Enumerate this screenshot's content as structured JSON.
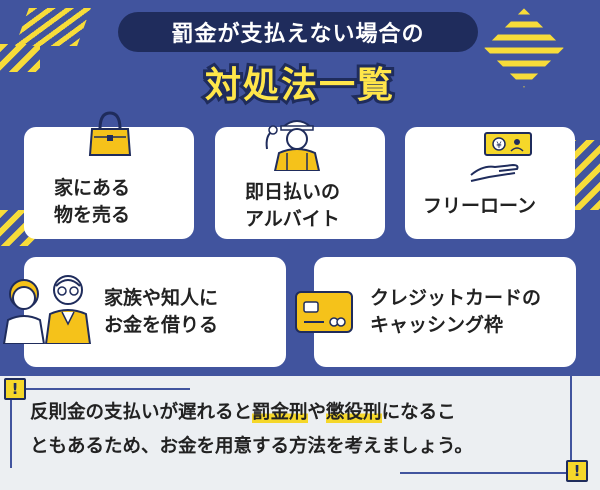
{
  "header": {
    "title": "罰金が支払えない場合の",
    "subtitle": "対処法一覧"
  },
  "cards": [
    {
      "label": "家にある\n物を売る",
      "icon": "handbag-icon"
    },
    {
      "label": "即日払いの\nアルバイト",
      "icon": "worker-icon"
    },
    {
      "label": "フリーローン",
      "icon": "hand-with-banknote-icon"
    },
    {
      "label": "家族や知人に\nお金を借りる",
      "icon": "elderly-couple-icon"
    },
    {
      "label": "クレジットカードの\nキャッシング枠",
      "icon": "credit-card-icon"
    }
  ],
  "note": {
    "part1": "反則金の支払いが遅れると",
    "highlight1": "罰金刑",
    "part2": "や",
    "highlight2": "懲役刑",
    "part3": "になるこ",
    "line2": "ともあるため、お金を用意する方法を考えましょう。",
    "warning_symbol": "!"
  },
  "colors": {
    "background_blue": "#41549e",
    "navy": "#1f2c5c",
    "accent_yellow": "#f5d72a",
    "light_gray": "#eceff2"
  }
}
